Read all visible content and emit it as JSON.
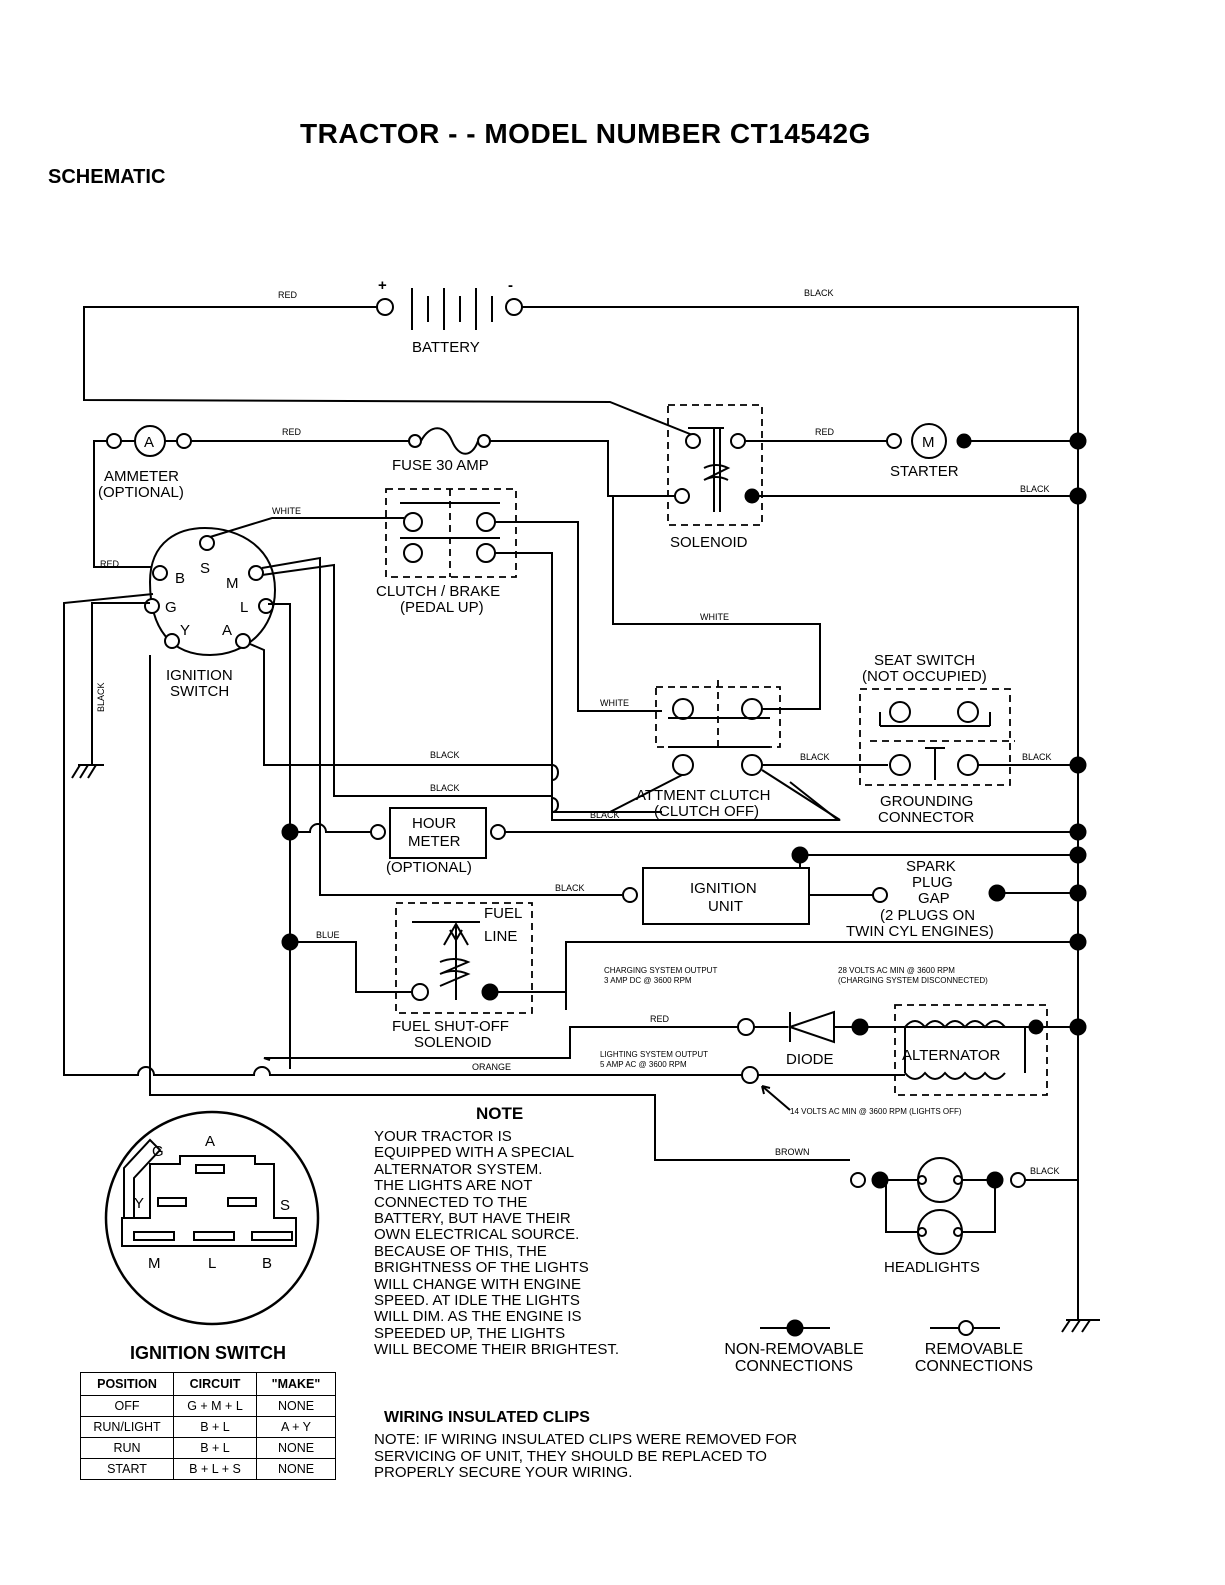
{
  "title": "TRACTOR - - MODEL NUMBER CT14542G",
  "subtitle": "SCHEMATIC",
  "components": {
    "battery": "BATTERY",
    "battery_plus": "+",
    "battery_minus": "-",
    "ammeter_symbol": "A",
    "ammeter_line1": "AMMETER",
    "ammeter_line2": "(OPTIONAL)",
    "fuse": "FUSE 30 AMP",
    "solenoid": "SOLENOID",
    "starter_symbol": "M",
    "starter": "STARTER",
    "clutch_brake_line1": "CLUTCH / BRAKE",
    "clutch_brake_line2": "(PEDAL UP)",
    "ignition_switch_line1": "IGNITION",
    "ignition_switch_line2": "SWITCH",
    "ign_terminals": {
      "b": "B",
      "s": "S",
      "m": "M",
      "g": "G",
      "l": "L",
      "y": "Y",
      "a": "A"
    },
    "seat_switch_line1": "SEAT SWITCH",
    "seat_switch_line2": "(NOT OCCUPIED)",
    "attment_clutch_line1": "ATTMENT CLUTCH",
    "attment_clutch_line2": "(CLUTCH OFF)",
    "grounding_line1": "GROUNDING",
    "grounding_line2": "CONNECTOR",
    "hour_meter_line1": "HOUR",
    "hour_meter_line2": "METER",
    "hour_meter_opt": "(OPTIONAL)",
    "ignition_unit_line1": "IGNITION",
    "ignition_unit_line2": "UNIT",
    "spark_line1": "SPARK",
    "spark_line2": "PLUG",
    "spark_line3": "GAP",
    "spark_line4": "(2 PLUGS ON",
    "spark_line5": "TWIN CYL  ENGINES)",
    "fuel_line1": "FUEL",
    "fuel_line2": "LINE",
    "fuel_sol_line1": "FUEL SHUT-OFF",
    "fuel_sol_line2": "SOLENOID",
    "diode": "DIODE",
    "alternator": "ALTERNATOR",
    "headlights": "HEADLIGHTS",
    "charging_line1": "CHARGING SYSTEM OUTPUT",
    "charging_line2": "3 AMP DC @ 3600 RPM",
    "volts28_line1": "28 VOLTS AC MIN  @ 3600 RPM",
    "volts28_line2": "(CHARGING SYSTEM DISCONNECTED)",
    "lighting_line1": "LIGHTING SYSTEM OUTPUT",
    "lighting_line2": "5 AMP AC @ 3600 RPM",
    "volts14": "14 VOLTS AC MIN  @ 3600 RPM (LIGHTS OFF)"
  },
  "wire_labels": {
    "red": "RED",
    "black": "BLACK",
    "white": "WHITE",
    "blue": "BLUE",
    "orange": "ORANGE",
    "brown": "BROWN"
  },
  "note": {
    "heading": "NOTE",
    "lines": [
      "YOUR TRACTOR IS",
      "EQUIPPED WITH A SPECIAL",
      "ALTERNATOR SYSTEM.",
      "THE LIGHTS ARE NOT",
      "CONNECTED TO THE",
      "BATTERY, BUT HAVE THEIR",
      "OWN ELECTRICAL SOURCE.",
      "BECAUSE OF THIS, THE",
      "BRIGHTNESS OF THE LIGHTS",
      "WILL CHANGE WITH ENGINE",
      "SPEED.  AT IDLE THE LIGHTS",
      "WILL DIM.  AS THE ENGINE IS",
      "SPEEDED UP, THE LIGHTS",
      "WILL BECOME THEIR BRIGHTEST."
    ]
  },
  "legend": {
    "non_removable_line1": "NON-REMOVABLE",
    "non_removable_line2": "CONNECTIONS",
    "removable_line1": "REMOVABLE",
    "removable_line2": "CONNECTIONS"
  },
  "clips": {
    "heading": "WIRING INSULATED CLIPS",
    "lines": [
      "NOTE: IF WIRING INSULATED CLIPS WERE REMOVED FOR",
      "SERVICING OF UNIT, THEY SHOULD BE REPLACED TO",
      "PROPERLY SECURE YOUR WIRING."
    ]
  },
  "ignition_switch_table": {
    "title": "IGNITION SWITCH",
    "plug_labels": {
      "g": "G",
      "a": "A",
      "y": "Y",
      "s": "S",
      "m": "M",
      "l": "L",
      "b": "B"
    },
    "headers": [
      "POSITION",
      "CIRCUIT",
      "\"MAKE\""
    ],
    "rows": [
      [
        "OFF",
        "G + M + L",
        "NONE"
      ],
      [
        "RUN/LIGHT",
        "B + L",
        "A + Y"
      ],
      [
        "RUN",
        "B + L",
        "NONE"
      ],
      [
        "START",
        "B + L + S",
        "NONE"
      ]
    ]
  }
}
